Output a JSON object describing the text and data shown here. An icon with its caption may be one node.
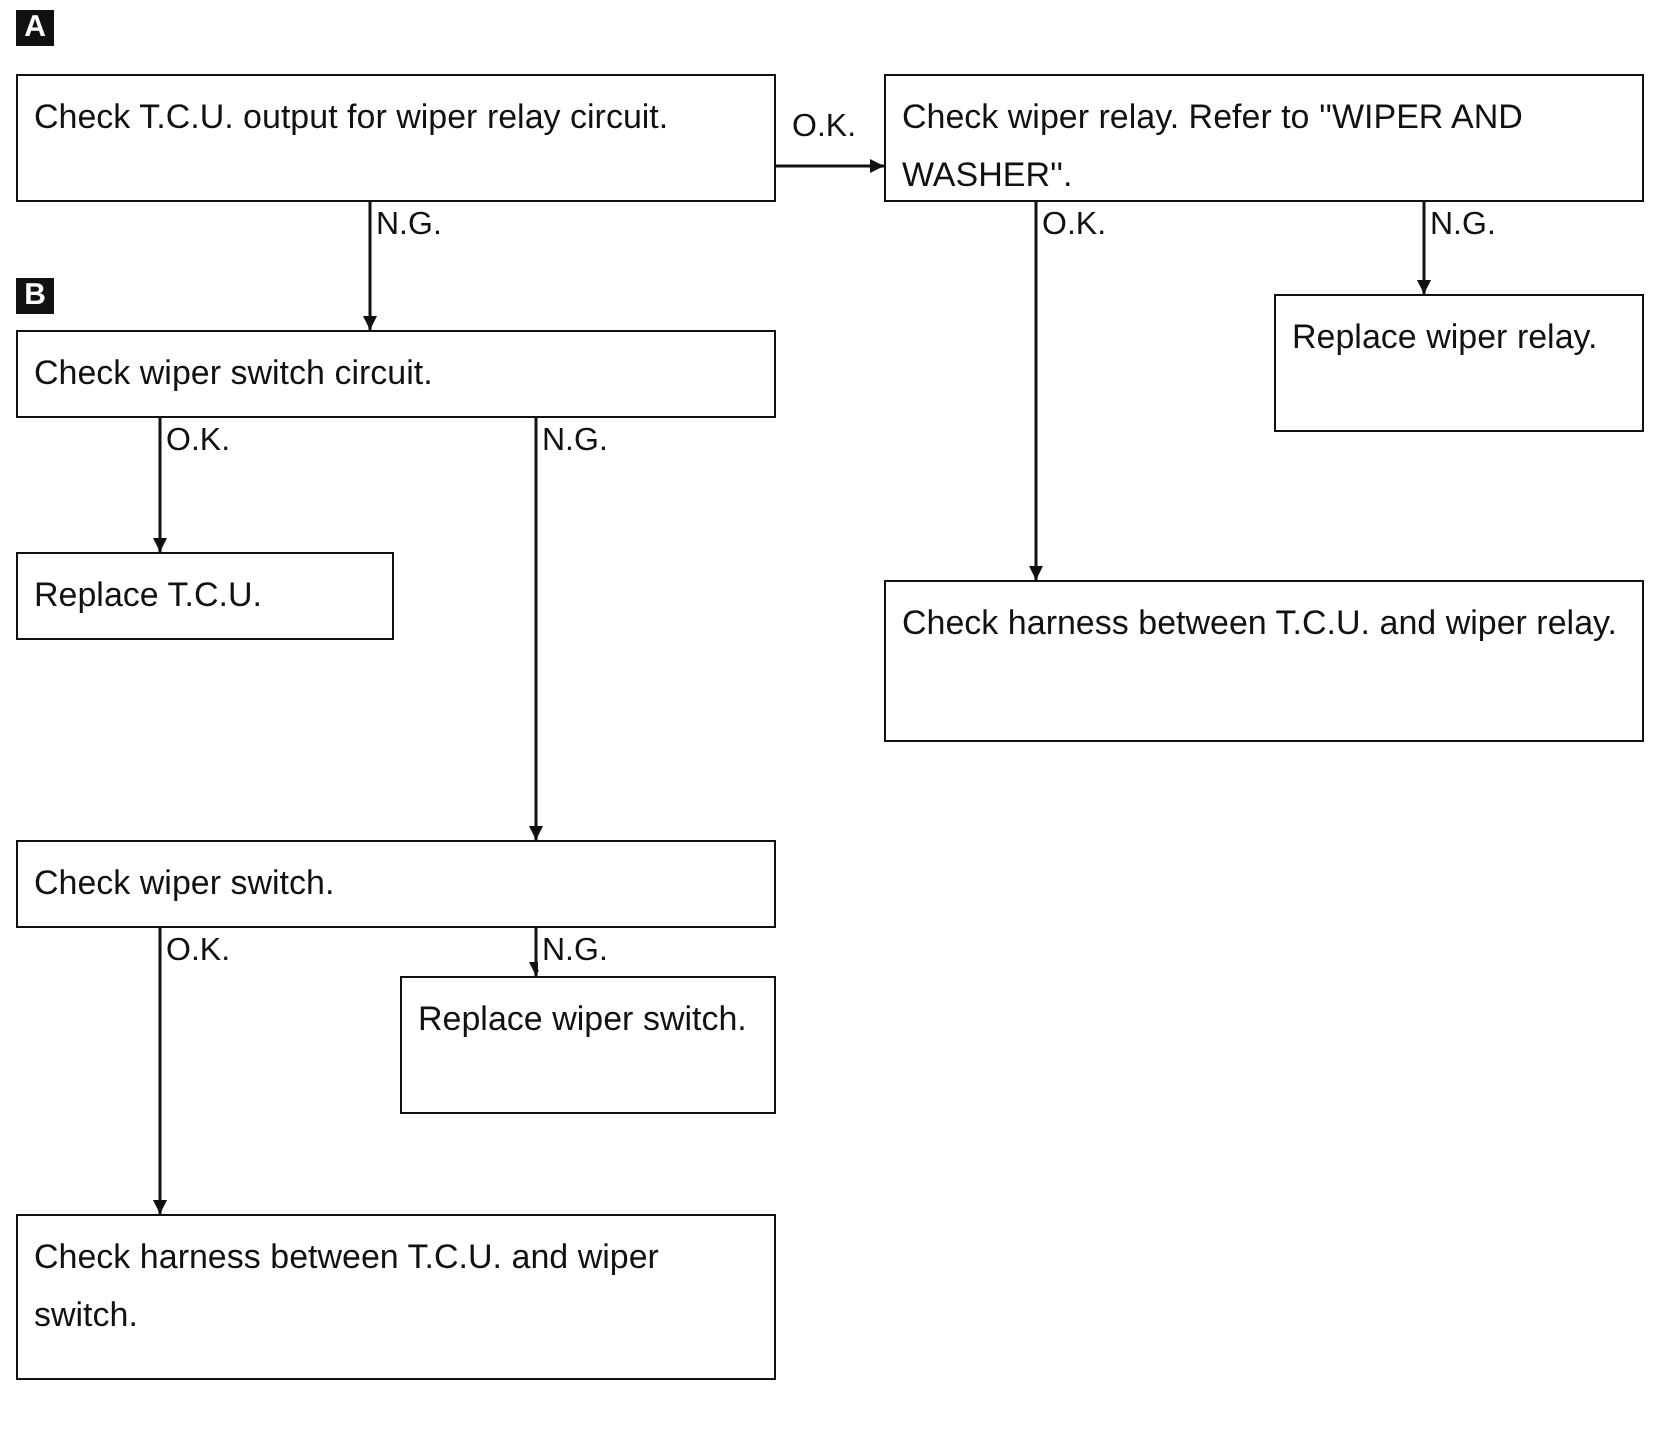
{
  "diagram": {
    "nodes": [
      {
        "text": [
          "Check T.C.U. output for wiper relay circuit."
        ]
      },
      {
        "text": [
          "Check wiper relay. Refer to ''WIPER AND WASHER''."
        ]
      },
      {
        "text": [
          "Check wiper switch circuit."
        ]
      },
      {
        "text": [
          "Replace wiper relay."
        ]
      },
      {
        "text": [
          "Replace T.C.U."
        ]
      },
      {
        "text": [
          "Check harness between T.C.U. and wiper relay."
        ]
      },
      {
        "text": [
          "Check wiper switch."
        ]
      },
      {
        "text": [
          "Replace wiper switch."
        ]
      },
      {
        "text": [
          "Check harness between T.C.U. and wiper switch."
        ]
      }
    ],
    "edges": [
      {
        "from": 0,
        "to": 1,
        "arrow": "to",
        "label": "O.K."
      },
      {
        "from": 0,
        "to": 2,
        "arrow": "to",
        "label": "N.G."
      },
      {
        "from": 1,
        "to": 5,
        "arrow": "to",
        "label": "O.K."
      },
      {
        "from": 1,
        "to": 3,
        "arrow": "to",
        "label": "N.G."
      },
      {
        "from": 2,
        "to": 4,
        "arrow": "to",
        "label": "O.K."
      },
      {
        "from": 2,
        "to": 6,
        "arrow": "to",
        "label": "N.G."
      },
      {
        "from": 6,
        "to": 8,
        "arrow": "to",
        "label": "O.K."
      },
      {
        "from": 6,
        "to": 7,
        "arrow": "to",
        "label": "N.G."
      }
    ],
    "labels": [
      "A",
      "B"
    ]
  }
}
